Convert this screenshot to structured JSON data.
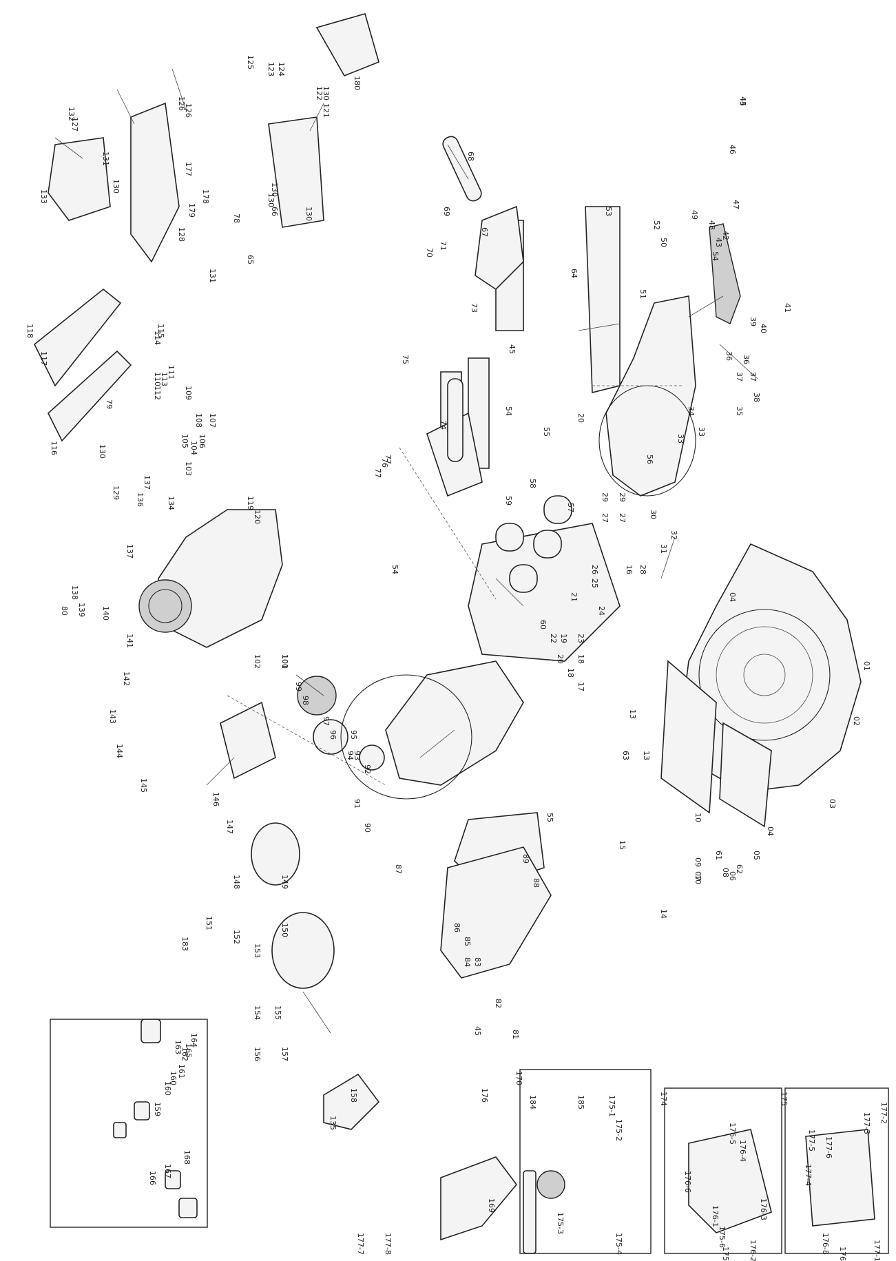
{
  "diagram": {
    "labels": [
      "01",
      "02",
      "03",
      "04",
      "04",
      "05",
      "06",
      "07",
      "08",
      "09",
      "10",
      "10",
      "13",
      "13",
      "14",
      "15",
      "16",
      "17",
      "18",
      "18",
      "19",
      "20",
      "20",
      "21",
      "22",
      "23",
      "24",
      "25",
      "26",
      "27",
      "27",
      "28",
      "29",
      "29",
      "30",
      "31",
      "32",
      "33",
      "33",
      "34",
      "35",
      "36",
      "36",
      "37",
      "37",
      "38",
      "39",
      "40",
      "41",
      "42",
      "43",
      "44",
      "45",
      "45",
      "45",
      "46",
      "47",
      "48",
      "49",
      "50",
      "51",
      "52",
      "53",
      "54",
      "54",
      "54",
      "55",
      "55",
      "56",
      "57",
      "58",
      "59",
      "60",
      "61",
      "62",
      "63",
      "64",
      "65",
      "66",
      "67",
      "68",
      "69",
      "70",
      "71",
      "73",
      "74",
      "75",
      "76",
      "77",
      "77",
      "78",
      "79",
      "80",
      "81",
      "82",
      "83",
      "84",
      "85",
      "86",
      "87",
      "88",
      "89",
      "90",
      "91",
      "92",
      "93",
      "94",
      "95",
      "96",
      "97",
      "98",
      "99",
      "100",
      "101",
      "102",
      "103",
      "104",
      "105",
      "106",
      "107",
      "108",
      "109",
      "110",
      "111",
      "112",
      "113",
      "114",
      "115",
      "116",
      "117",
      "118",
      "119",
      "120",
      "121",
      "122",
      "123",
      "124",
      "125",
      "126",
      "126",
      "127",
      "128",
      "129",
      "130",
      "130",
      "130",
      "130",
      "130",
      "130",
      "131",
      "131",
      "132",
      "133",
      "134",
      "135",
      "136",
      "137",
      "137",
      "138",
      "139",
      "140",
      "141",
      "142",
      "143",
      "144",
      "145",
      "146",
      "147",
      "148",
      "149",
      "150",
      "151",
      "152",
      "153",
      "154",
      "155",
      "156",
      "157",
      "158",
      "159",
      "160",
      "160",
      "161",
      "162",
      "163",
      "164",
      "165",
      "166",
      "167",
      "168",
      "169",
      "170",
      "174",
      "175",
      "176",
      "177",
      "178",
      "179",
      "180",
      "183",
      "184",
      "185",
      "175-1",
      "175-2",
      "175-3",
      "175-4",
      "175-5",
      "175-6",
      "176-1",
      "176-2",
      "176-3",
      "176-4",
      "176-5",
      "176-6",
      "176-7",
      "176-8",
      "177-1",
      "177-2",
      "177-3",
      "177-4",
      "177-5",
      "177-6",
      "177-7",
      "177-8"
    ],
    "colors": {
      "ink": "#222222",
      "paper": "#ffffff",
      "shade": "#cfcfcf"
    }
  }
}
